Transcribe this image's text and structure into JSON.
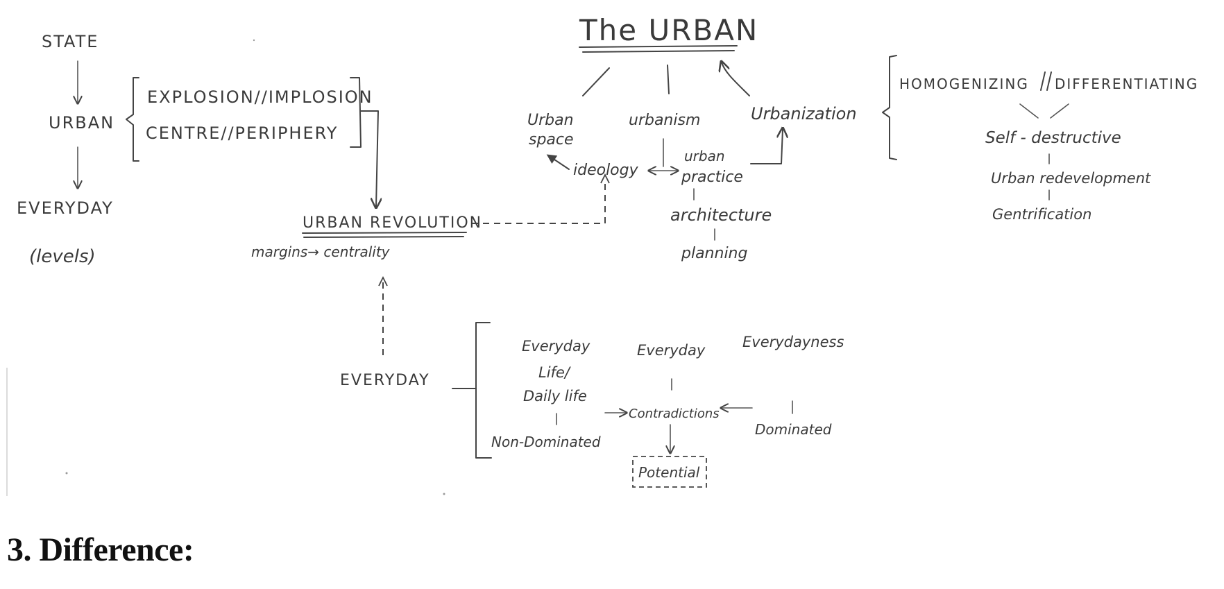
{
  "diagram": {
    "title": "The URBAN",
    "left_column": {
      "state": "STATE",
      "urban": "URBAN",
      "everyday": "EVERYDAY",
      "levels": "(levels)"
    },
    "bracket_group": {
      "explosion_implosion": "EXPLOSION//IMPLOSION",
      "centre_periphery": "CENTRE//PERIPHERY"
    },
    "urban_revolution": {
      "label": "URBAN REVOLUTION",
      "sub": "margins→ centrality"
    },
    "branches": {
      "urban_space": [
        "Urban",
        "space"
      ],
      "urbanism": "urbanism",
      "urbanization": "Urbanization",
      "ideology": "ideology",
      "urban_practice": [
        "urban",
        "practice"
      ],
      "architecture": "architecture",
      "planning": "planning"
    },
    "right_group": {
      "homogenizing": "HOMOGENIZING",
      "differentiating": "DIFFERENTIATING",
      "self_destructive": "Self - destructive",
      "urban_redevelopment": "Urban redevelopment",
      "gentrification": "Gentrification"
    },
    "everyday_group": {
      "everyday": "EVERYDAY",
      "everyday_life": [
        "Everyday",
        "Life/",
        "Daily life"
      ],
      "everyday_2": "Everyday",
      "everydayness": "Everydayness",
      "non_dominated": "Non-Dominated",
      "contradictions": "Contradictions",
      "dominated": "Dominated",
      "potential": "Potential"
    }
  },
  "section_heading": "3. Difference:"
}
